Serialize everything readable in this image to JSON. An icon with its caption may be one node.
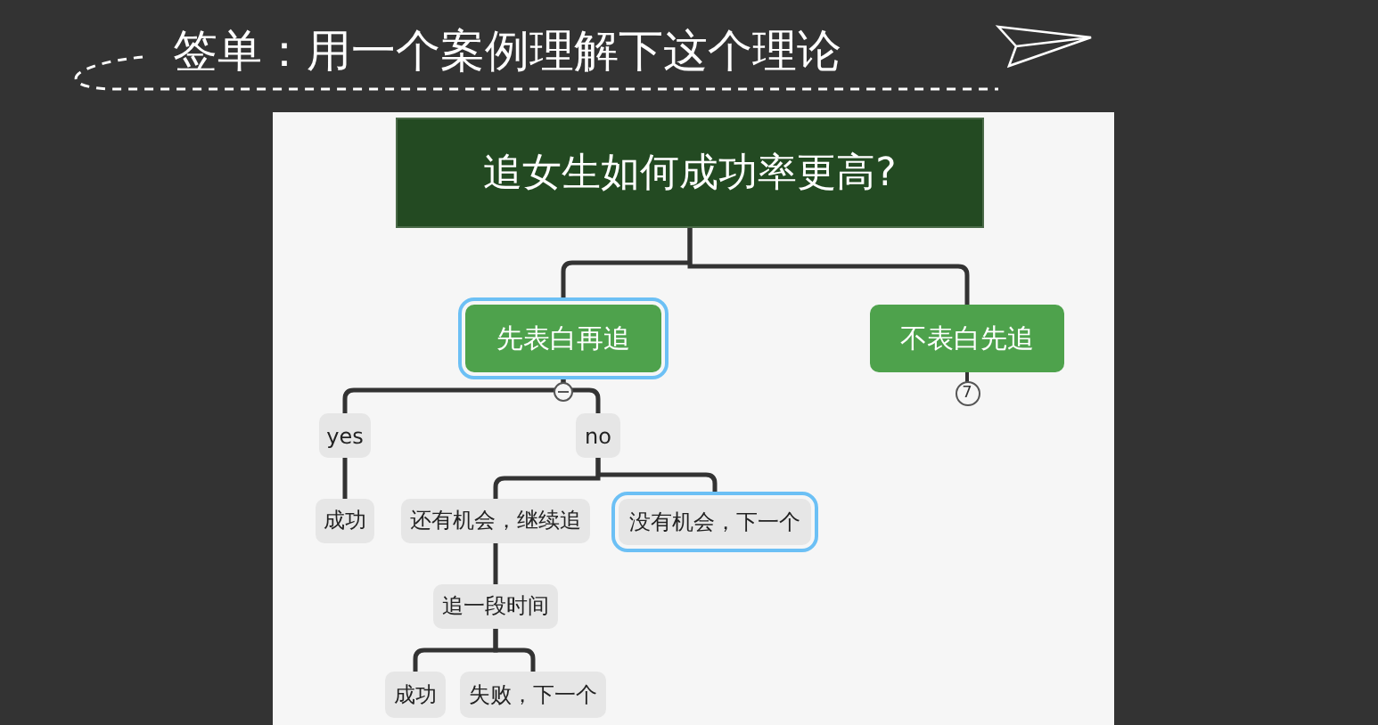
{
  "diagram": {
    "title": "签单：用一个案例理解下这个理论",
    "nodes": [
      {
        "text": [
          "追女生如何成功率更高?"
        ]
      },
      {
        "text": [
          "先表白再追"
        ]
      },
      {
        "text": [
          "不表白先追"
        ]
      },
      {
        "text": [
          "yes"
        ]
      },
      {
        "text": [
          "no"
        ]
      },
      {
        "text": [
          "成功"
        ]
      },
      {
        "text": [
          "还有机会，继续追"
        ]
      },
      {
        "text": [
          "没有机会，下一个"
        ]
      },
      {
        "text": [
          "追一段时间"
        ]
      },
      {
        "text": [
          "成功"
        ]
      },
      {
        "text": [
          "失败，下一个"
        ]
      }
    ],
    "edges": [
      {
        "from": 0,
        "to": 1,
        "arrow": "none"
      },
      {
        "from": 0,
        "to": 2,
        "arrow": "none"
      },
      {
        "from": 1,
        "to": 3,
        "arrow": "none"
      },
      {
        "from": 1,
        "to": 4,
        "arrow": "none"
      },
      {
        "from": 3,
        "to": 5,
        "arrow": "none"
      },
      {
        "from": 4,
        "to": 6,
        "arrow": "none"
      },
      {
        "from": 4,
        "to": 7,
        "arrow": "none"
      },
      {
        "from": 6,
        "to": 8,
        "arrow": "none"
      },
      {
        "from": 8,
        "to": 9,
        "arrow": "none"
      },
      {
        "from": 8,
        "to": 10,
        "arrow": "none"
      }
    ],
    "labels": [
      "7"
    ]
  }
}
